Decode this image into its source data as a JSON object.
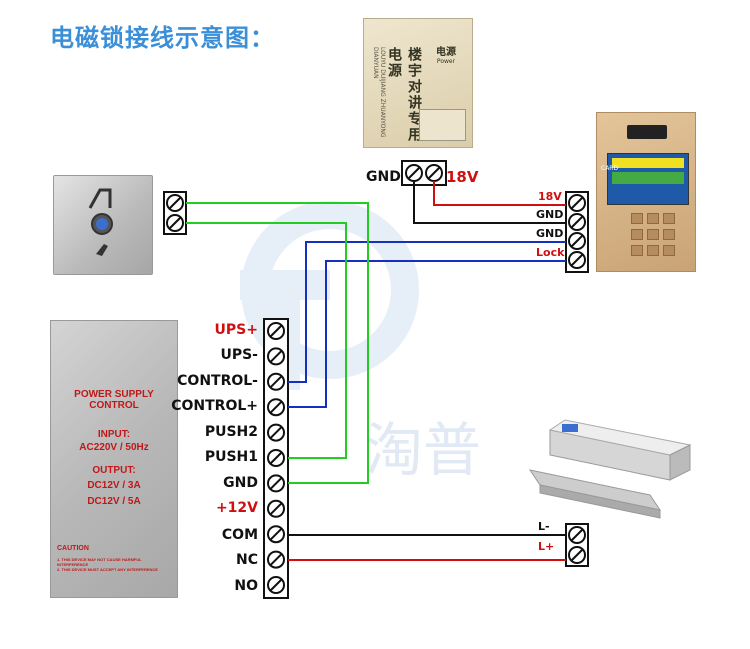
{
  "title": "电磁锁接线示意图：",
  "power_supply_unit": {
    "cn_label": "楼宇对讲专用电源",
    "pinyin": "LOUYU DUIJIANG ZHUANYONG DIANYUAN",
    "badge": "电源",
    "badge_sub": "Power",
    "terminals": [
      "GND",
      "18V"
    ]
  },
  "controller_box": {
    "title": "POWER SUPPLY CONTROL",
    "input_label": "INPUT:",
    "input_value": "AC220V / 50Hz",
    "output_label": "OUTPUT:",
    "output_1": "DC12V / 3A",
    "output_2": "DC12V / 5A",
    "caution_title": "CAUTION",
    "caution_1": "1. THIS DEVICE MAY NOT CAUSE HARMFUL INTERFERENCE",
    "caution_2": "2. THIS DEVICE MUST ACCEPT ANY INTERFERENCE"
  },
  "controller_terminals": [
    "UPS+",
    "UPS-",
    "CONTROL-",
    "CONTROL+",
    "PUSH2",
    "PUSH1",
    "GND",
    "+12V",
    "COM",
    "NC",
    "NO"
  ],
  "intercom_terminals": [
    "18V",
    "GND",
    "GND",
    "Lock"
  ],
  "intercom_card_label": "CARD",
  "lock_terminals": [
    "L-",
    "L+"
  ],
  "watermark": "淘普",
  "colors": {
    "title": "#3a8fd8",
    "red_wire": "#d01010",
    "black_wire": "#111111",
    "green_wire": "#22cc22",
    "blue_wire": "#1530c0"
  }
}
